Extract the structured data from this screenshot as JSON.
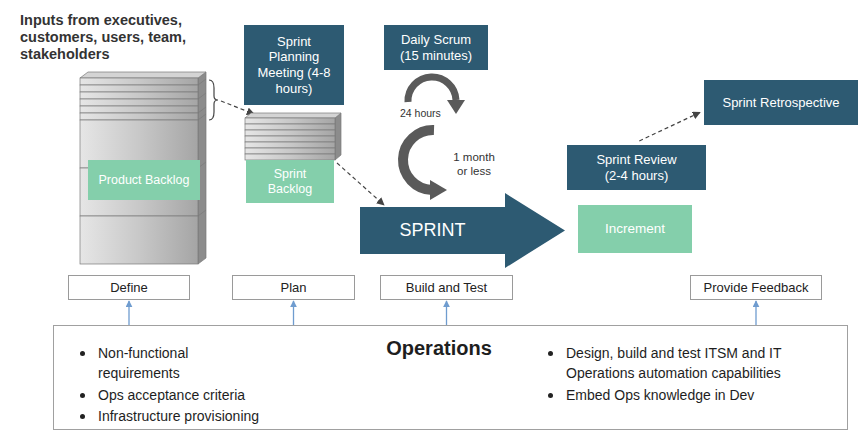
{
  "diagram": {
    "nodes": [
      {
        "text": [
          "Sprint Planning Meeting (4-8 hours)"
        ]
      },
      {
        "text": [
          "Daily Scrum (15 minutes)"
        ]
      },
      {
        "text": [
          "Sprint Retrospective"
        ]
      },
      {
        "text": [
          "Sprint Review (2-4 hours)"
        ]
      },
      {
        "text": [
          "Product Backlog"
        ]
      },
      {
        "text": [
          "Sprint Backlog"
        ]
      },
      {
        "text": [
          "SPRINT"
        ]
      },
      {
        "text": [
          "Increment"
        ]
      },
      {
        "text": [
          "Define"
        ]
      },
      {
        "text": [
          "Plan"
        ]
      },
      {
        "text": [
          "Build and Test"
        ]
      },
      {
        "text": [
          "Provide Feedback"
        ]
      },
      {
        "text": [
          "Operations",
          "Non-functional requirements",
          "Ops acceptance criteria",
          "Infrastructure provisioning",
          "Design, build and test ITSM and IT Operations automation capabilities",
          "Embed Ops knowledge in Dev"
        ]
      }
    ],
    "edges": [
      {
        "from": 5,
        "to": 6,
        "arrow": "to"
      },
      {
        "from": 3,
        "to": 2,
        "arrow": "to"
      },
      {
        "from": 12,
        "to": 8,
        "arrow": "to"
      },
      {
        "from": 12,
        "to": 9,
        "arrow": "to"
      },
      {
        "from": 12,
        "to": 10,
        "arrow": "to"
      },
      {
        "from": 12,
        "to": 11,
        "arrow": "to"
      }
    ],
    "labels": [
      "Inputs from executives, customers, users, team, stakeholders",
      "24 hours",
      "1 month or less"
    ]
  }
}
